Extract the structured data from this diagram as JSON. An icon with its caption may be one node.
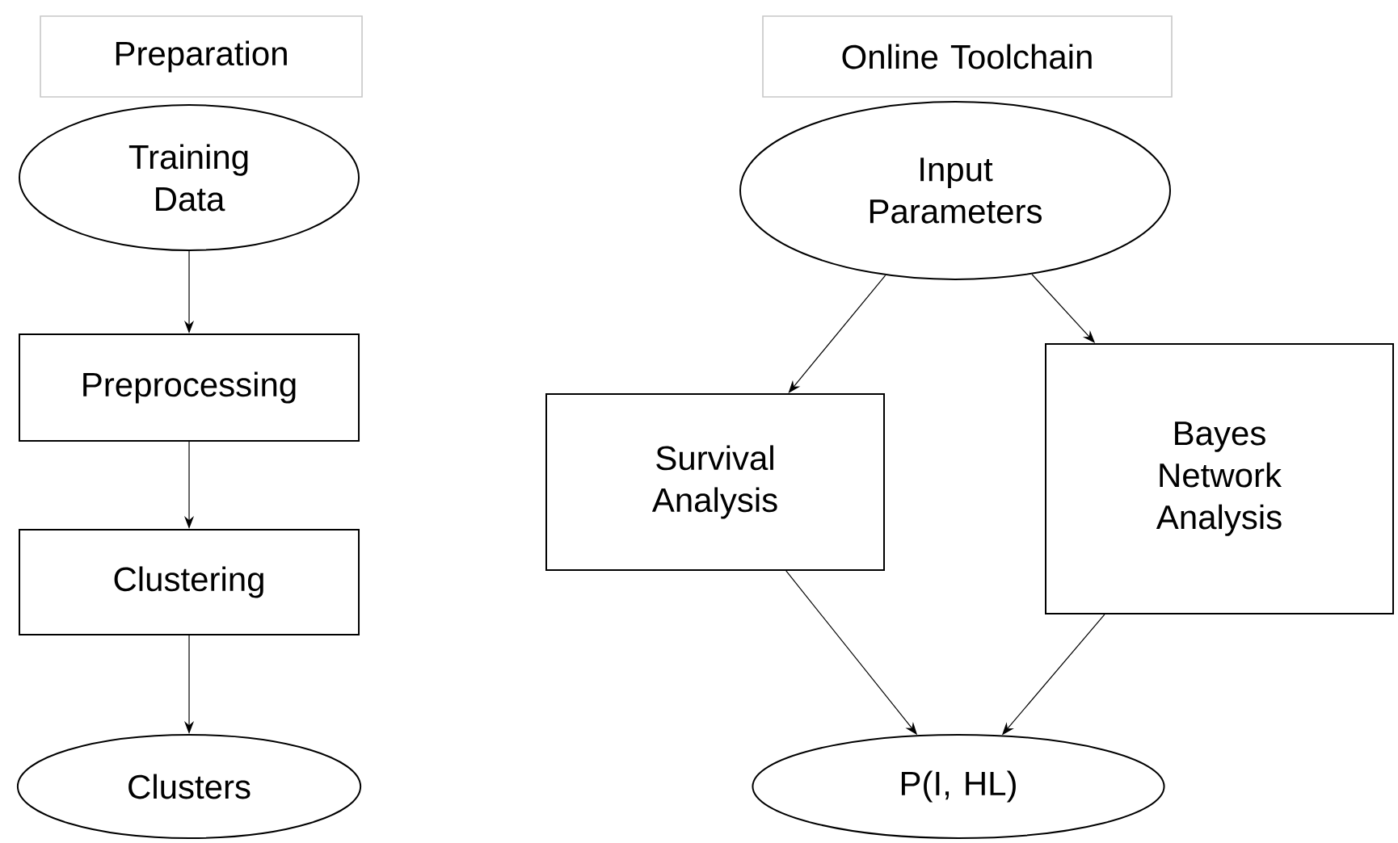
{
  "diagram": {
    "nodes": [
      {
        "text": [
          "Preparation"
        ]
      },
      {
        "text": [
          "Training Data"
        ]
      },
      {
        "text": [
          "Preprocessing"
        ]
      },
      {
        "text": [
          "Clustering"
        ]
      },
      {
        "text": [
          "Clusters"
        ]
      },
      {
        "text": [
          "Online Toolchain"
        ]
      },
      {
        "text": [
          "Input Parameters"
        ]
      },
      {
        "text": [
          "Survival Analysis"
        ]
      },
      {
        "text": [
          "Bayes Network Analysis"
        ]
      },
      {
        "text": [
          "P(I, HL)"
        ]
      }
    ],
    "edges": [
      {
        "from": 1,
        "to": 2,
        "arrow": "to"
      },
      {
        "from": 2,
        "to": 3,
        "arrow": "to"
      },
      {
        "from": 3,
        "to": 4,
        "arrow": "to"
      },
      {
        "from": 6,
        "to": 7,
        "arrow": "to"
      },
      {
        "from": 6,
        "to": 8,
        "arrow": "to"
      },
      {
        "from": 7,
        "to": 9,
        "arrow": "to"
      },
      {
        "from": 8,
        "to": 9,
        "arrow": "to"
      }
    ]
  }
}
